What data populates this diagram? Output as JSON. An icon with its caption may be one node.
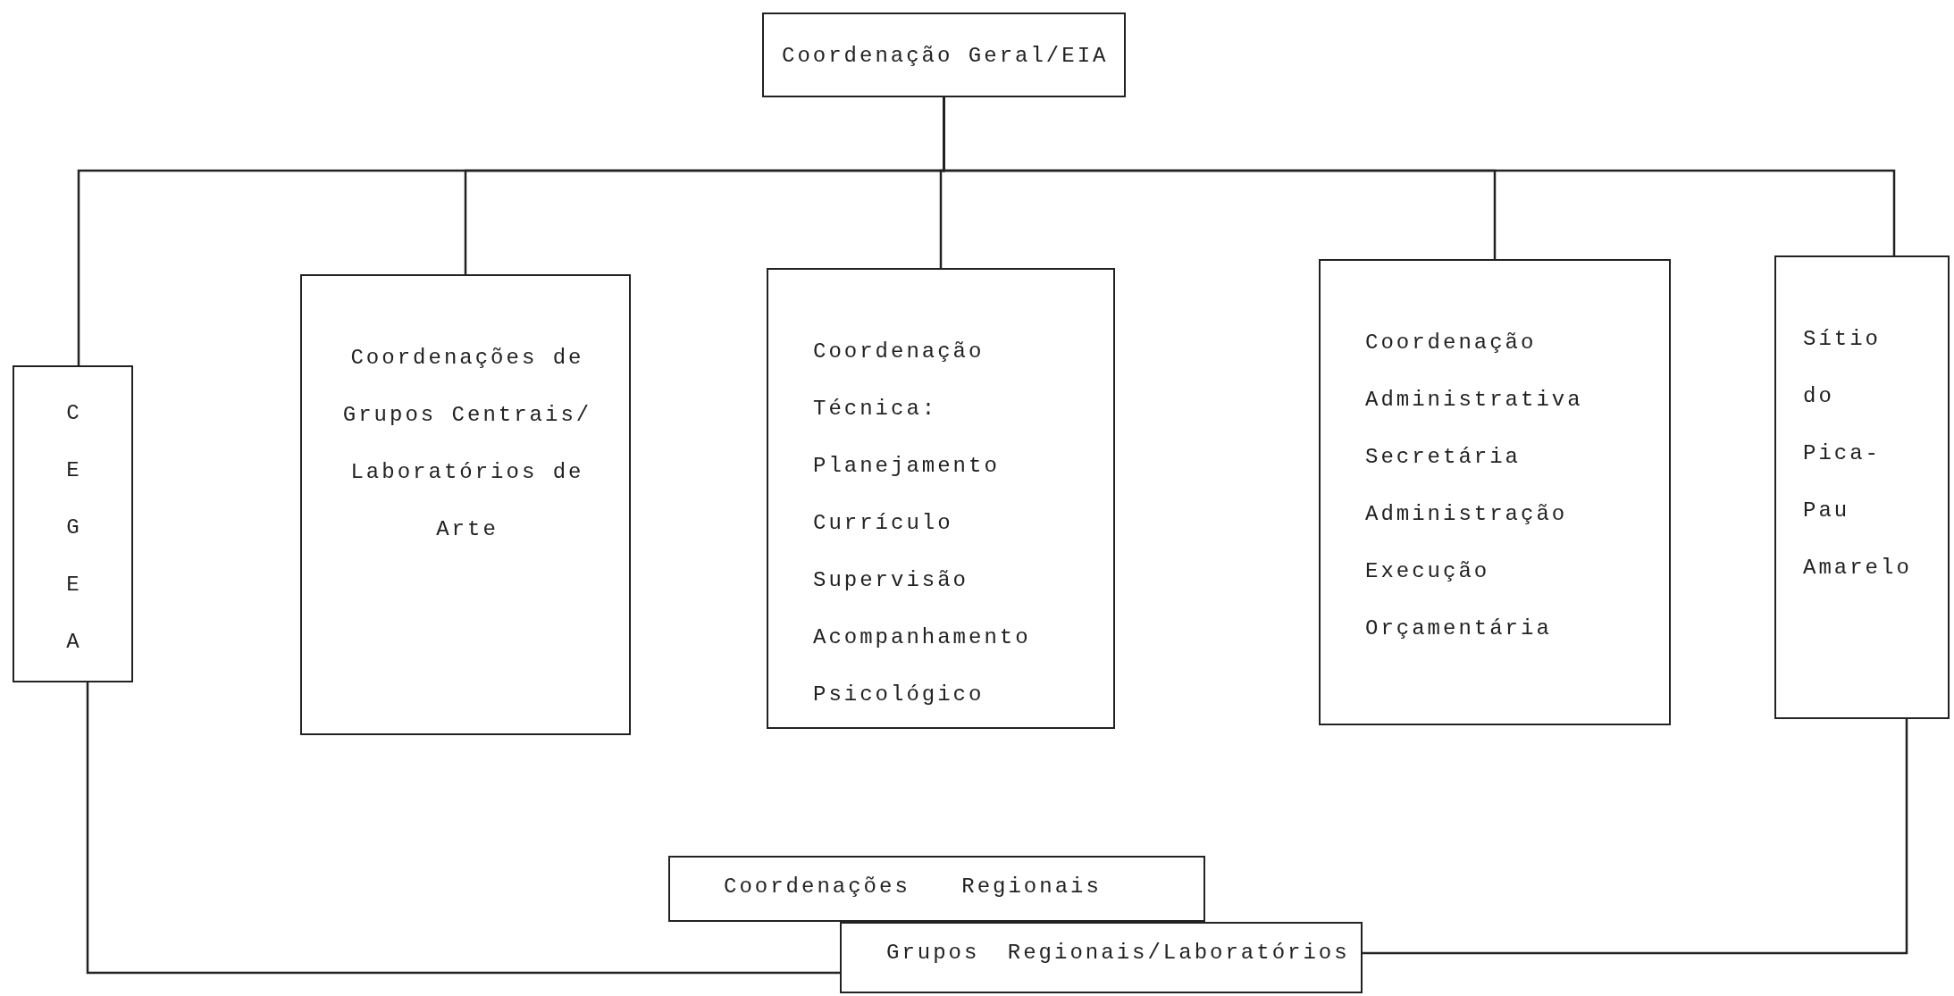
{
  "diagram": {
    "nodes": [
      {
        "text": [
          "Coordenação Geral/EIA"
        ]
      },
      {
        "text": [
          "CEGEA"
        ]
      },
      {
        "text": [
          "Coordenações de Grupos Centrais/ Laboratórios de Arte"
        ]
      },
      {
        "text": [
          "Coordenação Técnica:",
          "Planejamento",
          "Currículo",
          "Supervisão",
          "Acompanhamento Psicológico"
        ]
      },
      {
        "text": [
          "Coordenação Administrativa",
          "Secretária",
          "Administração",
          "Execução Orçamentária"
        ]
      },
      {
        "text": [
          "Sítio do Pica-Pau Amarelo"
        ]
      },
      {
        "text": [
          "Coordenações Regionais"
        ]
      },
      {
        "text": [
          "Grupos Regionais/Laboratórios"
        ]
      }
    ],
    "edges": [
      {
        "from": 0,
        "to": 1,
        "arrow": "none"
      },
      {
        "from": 0,
        "to": 2,
        "arrow": "none"
      },
      {
        "from": 0,
        "to": 3,
        "arrow": "none"
      },
      {
        "from": 0,
        "to": 4,
        "arrow": "none"
      },
      {
        "from": 0,
        "to": 5,
        "arrow": "none"
      },
      {
        "from": 1,
        "to": 7,
        "arrow": "none"
      },
      {
        "from": 5,
        "to": 7,
        "arrow": "none"
      }
    ]
  }
}
